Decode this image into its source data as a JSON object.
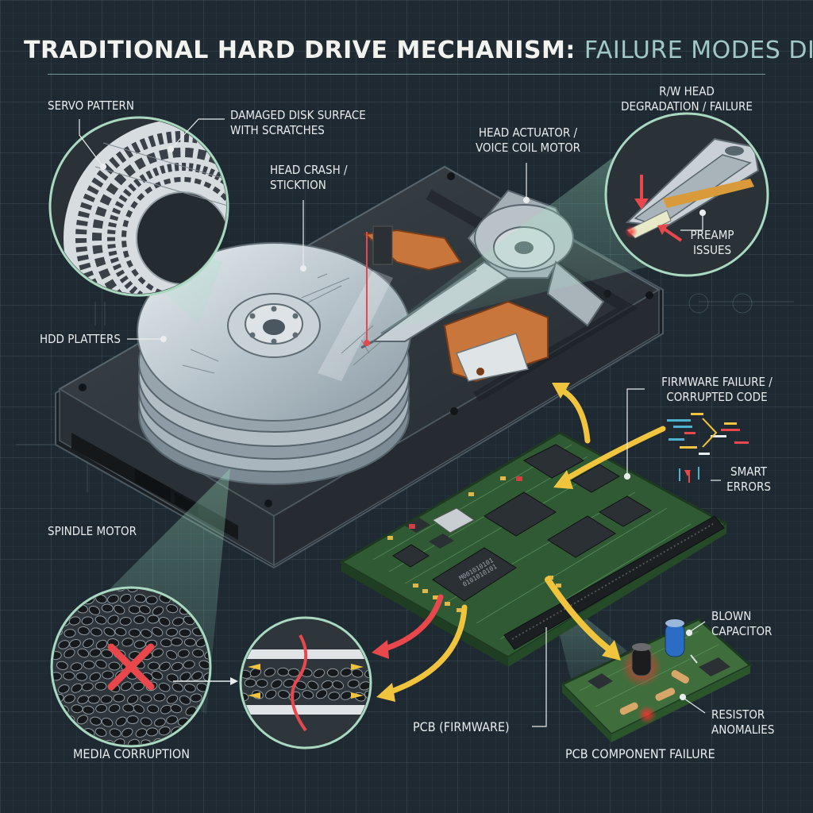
{
  "title": {
    "part1": "TRADITIONAL HARD DRIVE MECHANISM:",
    "part2": "FAILURE MODES DIAGRAM"
  },
  "labels": {
    "servo_pattern": "SERVO PATTERN",
    "damaged_surface_l1": "DAMAGED DISK SURFACE",
    "damaged_surface_l2": "WITH SCRATCHES",
    "head_crash_l1": "HEAD CRASH /",
    "head_crash_l2": "STICKTION",
    "actuator_l1": "HEAD ACTUATOR /",
    "actuator_l2": "VOICE COIL MOTOR",
    "rw_head_l1": "R/W HEAD",
    "rw_head_l2": "DEGRADATION / FAILURE",
    "preamp_l1": "PREAMP",
    "preamp_l2": "ISSUES",
    "platters": "HDD PLATTERS",
    "firmware_l1": "FIRMWARE FAILURE /",
    "firmware_l2": "CORRUPTED CODE",
    "smart_l1": "SMART",
    "smart_l2": "ERRORS",
    "spindle": "SPINDLE MOTOR",
    "capacitor_l1": "BLOWN",
    "capacitor_l2": "CAPACITOR",
    "resistor_l1": "RESISTOR",
    "resistor_l2": "ANOMALIES",
    "media": "MEDIA CORRUPTION",
    "pcb": "PCB (FIRMWARE)",
    "pcb_component": "PCB COMPONENT FAILURE"
  },
  "chips": {
    "chip1_l1": "M001010101",
    "chip1_l2": "0101010101"
  },
  "colors": {
    "background": "#1f2932",
    "label_text": "#e8ecec",
    "title_accent": "#9fc8c6",
    "pcb_green": "#3f6e3c",
    "arrow_yellow": "#f0c43c",
    "arrow_red": "#e8484c",
    "callout_glow": "#8fe0b0"
  }
}
